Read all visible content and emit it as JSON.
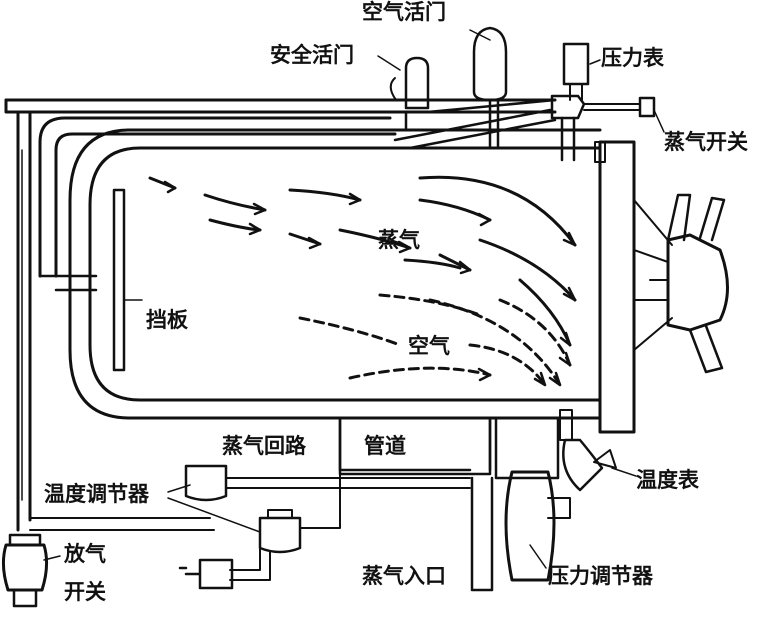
{
  "labels": {
    "air_valve": "空气活门",
    "safety_valve": "安全活门",
    "pressure_gauge": "压力表",
    "steam_switch": "蒸气开关",
    "steam": "蒸气",
    "baffle": "挡板",
    "air": "空气",
    "steam_circuit": "蒸气回路",
    "pipeline": "管道",
    "temperature_regulator": "温度调节器",
    "thermometer": "温度表",
    "vent_switch_line1": "放气",
    "vent_switch_line2": "开关",
    "steam_inlet": "蒸气入口",
    "pressure_regulator": "压力调节器"
  },
  "colors": {
    "ink": "#111111",
    "paper": "#ffffff"
  }
}
